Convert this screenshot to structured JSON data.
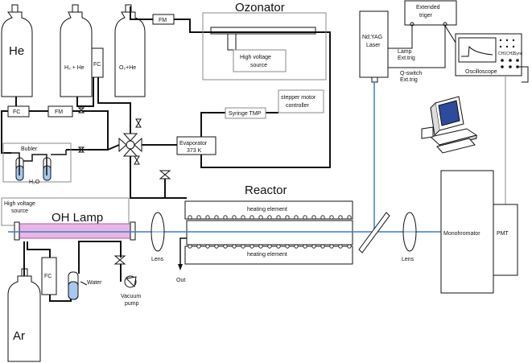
{
  "title_ozonator": "Ozonator",
  "title_reactor": "Reactor",
  "title_oh_lamp": "OH Lamp",
  "cylinders": {
    "he": "He",
    "h2_he": "H₂ + He",
    "o2_he": "O₂+He",
    "ar": "Ar"
  },
  "labels": {
    "fm_top": "FM",
    "fc_h2": "FC",
    "fc_he": "FC",
    "fm_he": "FM",
    "bubler": "Bubler",
    "h2o": "H₂O",
    "hv_ozonator_1": "High voltage",
    "hv_ozonator_2": "source",
    "syringe": "Syringe TMP",
    "stepper_1": "stepper motor",
    "stepper_2": "controller",
    "evaporator_1": "Evaporator",
    "evaporator_2": "373 K",
    "laser_1": "Nd:YAG",
    "laser_2": "Laser",
    "trigger_1": "Extended",
    "trigger_2": "triger",
    "lamp_trig_1": "Lamp",
    "lamp_trig_2": "Ext.trig",
    "qswitch_1": "Q-switch",
    "qswitch_2": "Ext.trig",
    "oscilloscope": "Oscilloscope",
    "osc_ch1": "CH1",
    "osc_ch2": "CH2",
    "osc_sync": "Sync",
    "hv_lamp_1": "High voltage",
    "hv_lamp_2": "source",
    "heating_top": "heating element",
    "heating_bottom": "heating element",
    "lens_left": "Lens",
    "lens_right": "Lens",
    "out": "Out",
    "monochromator": "Monohromator",
    "pmt": "PMT",
    "fc_ar": "FC",
    "water": "Water",
    "vacuum_1": "Vacuum",
    "vacuum_2": "pump"
  },
  "colors": {
    "line": "#111111",
    "box": "#888888",
    "beam": "#3a7fc8",
    "lamp_fill": "#e8b6e6",
    "lamp_stroke": "#b05aa8",
    "water": "#a8c8ee"
  }
}
